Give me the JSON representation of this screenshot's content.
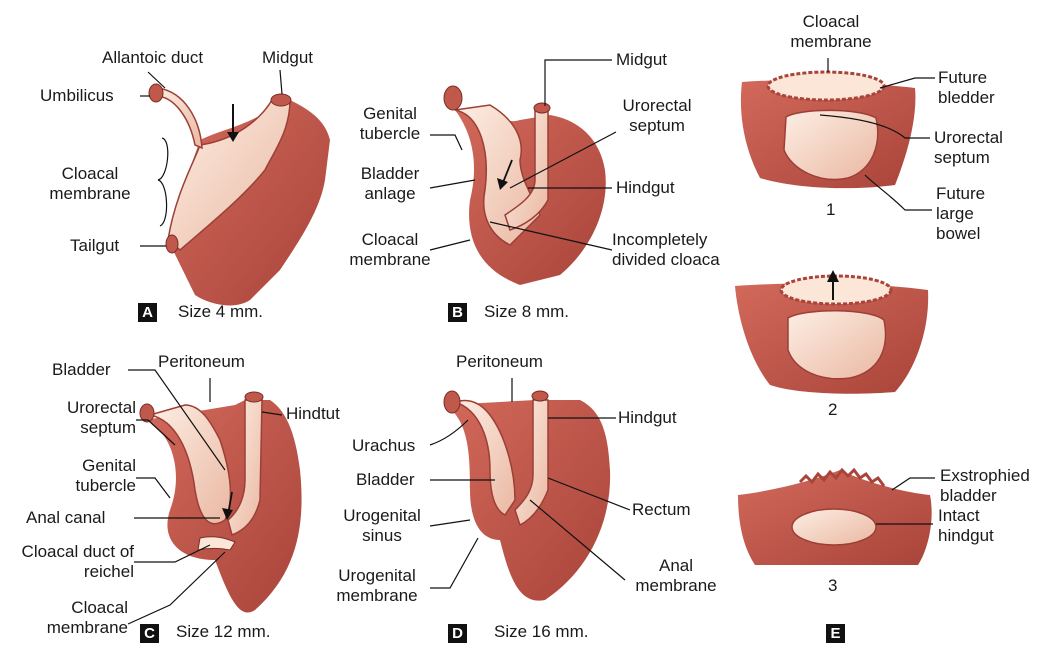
{
  "panels": {
    "a": {
      "badge": "A",
      "size": "Size 4 mm.",
      "labels": {
        "allantoic_duct": "Allantoic duct",
        "midgut": "Midgut",
        "umbilicus": "Umbilicus",
        "cloacal_membrane": "Cloacal membrane",
        "tailgut": "Tailgut"
      }
    },
    "b": {
      "badge": "B",
      "size": "Size 8 mm.",
      "labels": {
        "midgut": "Midgut",
        "genital_tubercle": "Genital tubercle",
        "urorectal_septum": "Urorectal septum",
        "bladder_anlage": "Bladder anlage",
        "hindgut": "Hindgut",
        "cloacal_membrane": "Cloacal membrane",
        "incompletely_divided_cloaca": "Incompletely divided cloaca"
      }
    },
    "c": {
      "badge": "C",
      "size": "Size 12 mm.",
      "labels": {
        "bladder": "Bladder",
        "peritoneum": "Peritoneum",
        "hindtut": "Hindtut",
        "urorectal_septum": "Urorectal septum",
        "genital_tubercle": "Genital tubercle",
        "anal_canal": "Anal canal",
        "cloacal_duct": "Cloacal duct of reichel",
        "cloacal_membrane": "Cloacal membrane"
      }
    },
    "d": {
      "badge": "D",
      "size": "Size 16 mm.",
      "labels": {
        "peritoneum": "Peritoneum",
        "hindgut": "Hindgut",
        "urachus": "Urachus",
        "bladder": "Bladder",
        "rectum": "Rectum",
        "urogenital_sinus": "Urogenital sinus",
        "anal_membrane": "Anal membrane",
        "urogenital_membrane": "Urogenital membrane"
      }
    },
    "e": {
      "badge": "E",
      "labels": {
        "cloacal_membrane": "Cloacal membrane",
        "future_bladder": "Future bledder",
        "urorectal_septum": "Urorectal septum",
        "future_large_bowel": "Future large bowel",
        "exstrophied_bladder": "Exstrophied bladder",
        "intact_hindgut": "Intact hindgut"
      },
      "step_numbers": [
        "1",
        "2",
        "3"
      ]
    }
  },
  "colors": {
    "tissue": "#c0584c",
    "tissue_dark": "#9c3f36",
    "lumen": "#f4d2c0",
    "lumen_light": "#fbe6d8",
    "line": "#1a1a1a"
  }
}
